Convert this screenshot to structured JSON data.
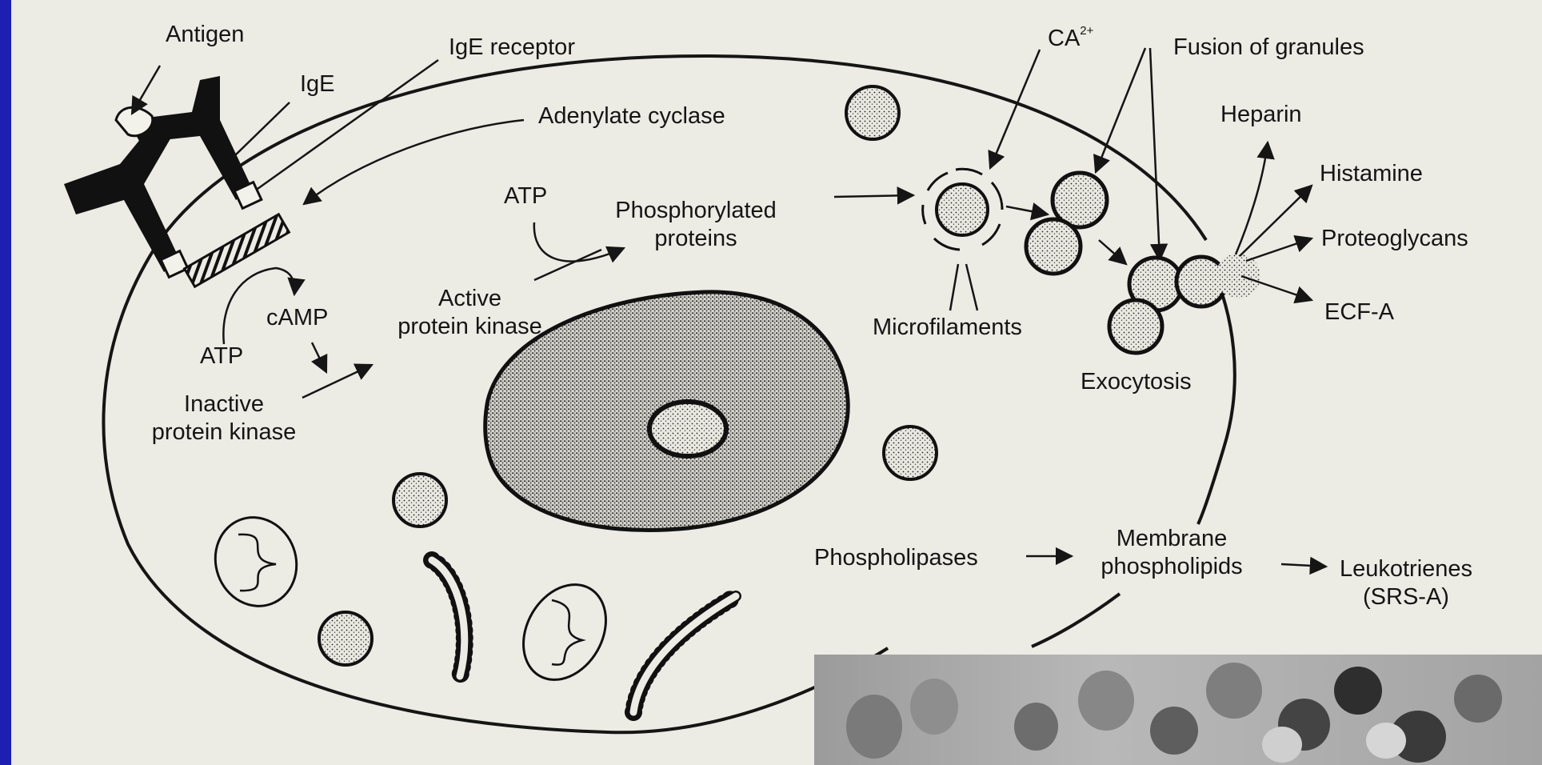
{
  "labels": {
    "antigen": "Antigen",
    "ige": "IgE",
    "ige_receptor": "IgE receptor",
    "adenylate_cyclase": "Adenylate cyclase",
    "ca": "CA",
    "ca_sup": "2+",
    "fusion_of_granules": "Fusion of granules",
    "heparin": "Heparin",
    "histamine": "Histamine",
    "proteoglycans": "Proteoglycans",
    "ecf_a": "ECF-A",
    "atp_top": "ATP",
    "phosphorylated_proteins_1": "Phosphorylated",
    "phosphorylated_proteins_2": "proteins",
    "active_protein_kinase_1": "Active",
    "active_protein_kinase_2": "protein kinase",
    "camp": "cAMP",
    "atp_left": "ATP",
    "inactive_protein_kinase_1": "Inactive",
    "inactive_protein_kinase_2": "protein kinase",
    "microfilaments": "Microfilaments",
    "exocytosis": "Exocytosis",
    "phospholipases": "Phospholipases",
    "membrane_phospholipids_1": "Membrane",
    "membrane_phospholipids_2": "phospholipids",
    "leukotrienes_1": "Leukotrienes",
    "leukotrienes_2": "(SRS-A)"
  },
  "colors": {
    "slide_background": "#1d1fb0",
    "paper": "#ecebe4",
    "ink": "#151515"
  }
}
